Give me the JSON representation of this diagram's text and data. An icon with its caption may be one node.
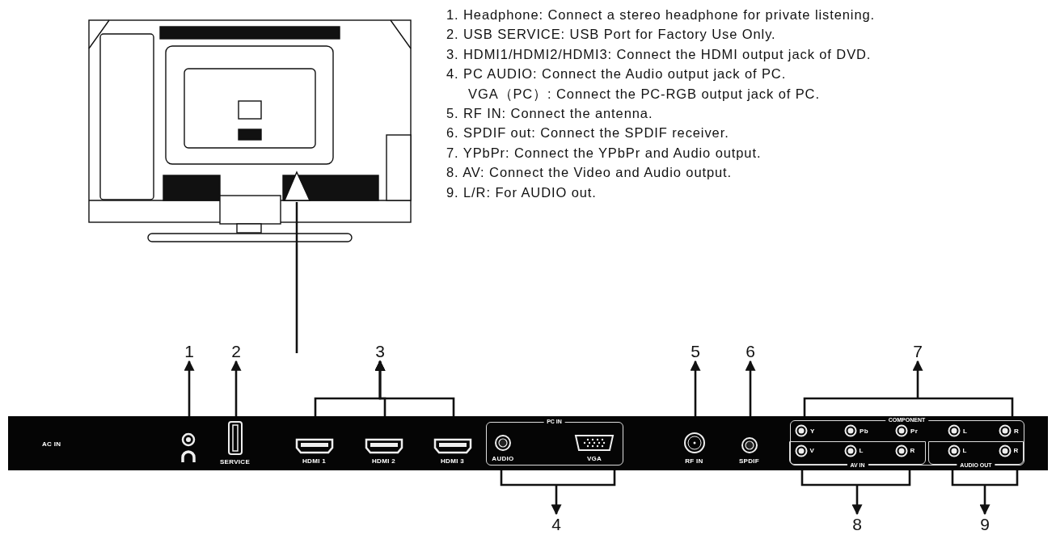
{
  "diagram": {
    "nodes": [
      {
        "text": [],
        "shape": "picture"
      },
      {
        "text": [
          "1"
        ]
      },
      {
        "text": [
          "2"
        ]
      },
      {
        "text": [
          "3"
        ]
      },
      {
        "text": [
          "5"
        ]
      },
      {
        "text": [
          "6"
        ]
      },
      {
        "text": [
          "7"
        ]
      },
      {
        "text": [
          "AC IN"
        ]
      },
      {
        "text": [],
        "shape": "circle",
        "in": 7
      },
      {
        "text": [
          "SERVICE"
        ],
        "in": 7
      },
      {
        "text": [
          "HDMI 1"
        ],
        "in": 7
      },
      {
        "text": [
          "HDMI 2"
        ],
        "in": 7
      },
      {
        "text": [
          "HDMI 3"
        ],
        "in": 7
      },
      {
        "text": [
          "PC IN"
        ],
        "in": 7
      },
      {
        "text": [
          "AUDIO"
        ],
        "in": 13
      },
      {
        "text": [
          "VGA"
        ],
        "in": 13
      },
      {
        "text": [
          "RF IN"
        ],
        "in": 7
      },
      {
        "text": [
          "SPDIF"
        ],
        "in": 7
      },
      {
        "text": [
          "COMPONENT"
        ],
        "in": 7
      },
      {
        "text": [
          "Y"
        ],
        "in": 18
      },
      {
        "text": [
          "Pb"
        ],
        "in": 18
      },
      {
        "text": [
          "Pr"
        ],
        "in": 18
      },
      {
        "text": [
          "L"
        ],
        "in": 18
      },
      {
        "text": [
          "R"
        ],
        "in": 18
      },
      {
        "text": [
          "AV IN"
        ],
        "in": 18
      },
      {
        "text": [
          "V"
        ],
        "in": 24
      },
      {
        "text": [
          "L"
        ],
        "in": 24
      },
      {
        "text": [
          "R"
        ],
        "in": 24
      },
      {
        "text": [
          "AUDIO OUT"
        ],
        "in": 18
      },
      {
        "text": [
          "L"
        ],
        "in": 28
      },
      {
        "text": [
          "R"
        ],
        "in": 28
      },
      {
        "text": [
          "4"
        ]
      },
      {
        "text": [
          "8"
        ]
      },
      {
        "text": [
          "9"
        ]
      }
    ],
    "edges": [
      {
        "from": 0,
        "to": null,
        "arrow": "none"
      },
      {
        "from": 8,
        "to": 1,
        "arrow": "to"
      },
      {
        "from": 9,
        "to": 2,
        "arrow": "to"
      },
      {
        "from": 10,
        "to": 3,
        "arrow": "to"
      },
      {
        "from": 11,
        "to": 3,
        "arrow": "to"
      },
      {
        "from": 12,
        "to": 3,
        "arrow": "to"
      },
      {
        "from": 13,
        "to": 31,
        "arrow": "to"
      },
      {
        "from": 16,
        "to": 4,
        "arrow": "to"
      },
      {
        "from": 17,
        "to": 5,
        "arrow": "to"
      },
      {
        "from": 18,
        "to": 6,
        "arrow": "to"
      },
      {
        "from": 24,
        "to": 32,
        "arrow": "to"
      },
      {
        "from": 28,
        "to": 33,
        "arrow": "to"
      }
    ],
    "labels": [
      "1. Headphone: Connect a stereo headphone for private listening.",
      "2. USB SERVICE: USB Port for Factory Use Only.",
      "3. HDMI1/HDMI2/HDMI3: Connect the HDMI output jack of DVD.",
      "4. PC AUDIO: Connect the Audio output jack of PC.",
      "VGA（PC）: Connect the PC-RGB output jack of PC.",
      "5. RF IN: Connect the antenna.",
      "6. SPDIF out: Connect the SPDIF receiver.",
      "7. YPbPr: Connect the YPbPr and Audio output.",
      "8. AV: Connect the Video and Audio output.",
      "9. L/R: For AUDIO out."
    ]
  }
}
